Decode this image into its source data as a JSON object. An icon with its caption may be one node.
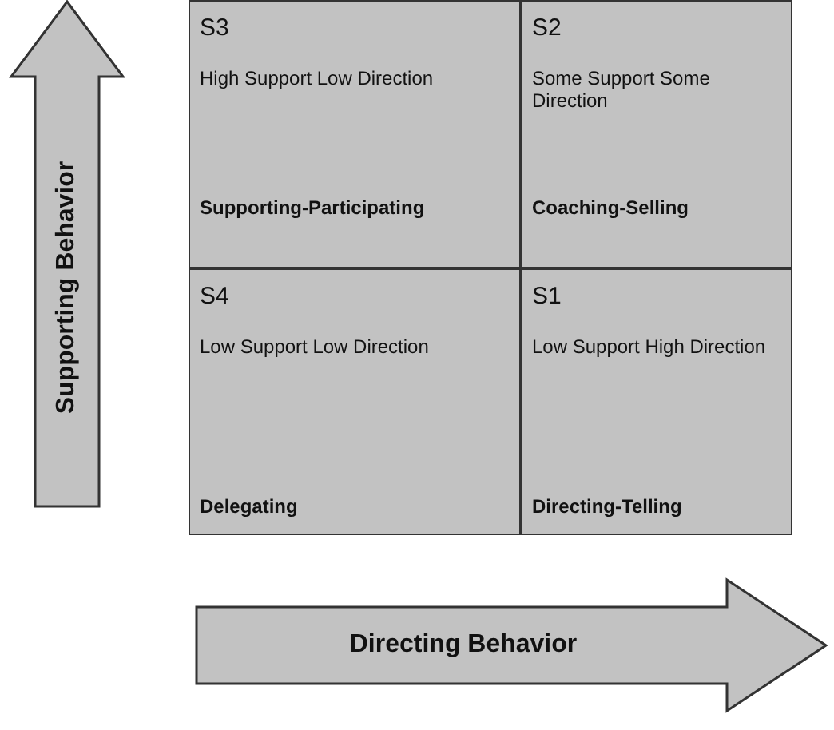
{
  "diagram": {
    "nodes": [
      {
        "text": [
          "S3",
          "High Support Low Direction",
          "Supporting-Participating"
        ]
      },
      {
        "text": [
          "S2",
          "Some Support Some Direction",
          "Coaching-Selling"
        ]
      },
      {
        "text": [
          "S4",
          "Low Support Low Direction",
          "Delegating"
        ]
      },
      {
        "text": [
          "S1",
          "Low Support High Direction",
          "Directing-Telling"
        ]
      }
    ],
    "labels": [
      "Supporting Behavior",
      "Directing Behavior"
    ]
  }
}
